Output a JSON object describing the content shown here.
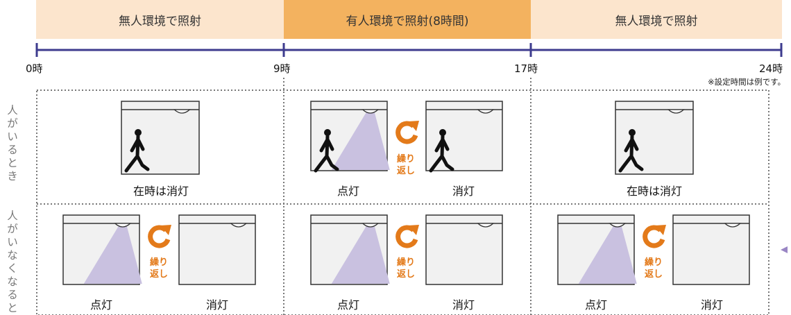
{
  "timeline": {
    "bands": [
      {
        "label": "無人環境で照射"
      },
      {
        "label": "有人環境で照射(8時間)"
      },
      {
        "label": "無人環境で照射"
      }
    ],
    "ticks": [
      "0時",
      "9時",
      "17時",
      "24時"
    ],
    "note": "※設定時間は例です。"
  },
  "rows": {
    "present_label": "人がいるとき",
    "absent_label": "人がいなくなると"
  },
  "captions": {
    "in_off": "在時は消灯",
    "light_on": "点灯",
    "light_off": "消灯",
    "repeat": "繰り\n返し"
  },
  "colors": {
    "light_band": "#fce5cd",
    "dark_band": "#f3b25f",
    "timeline": "#3d3b8e",
    "repeat": "#e37a1a",
    "light_beam": "#c9c1e0"
  }
}
